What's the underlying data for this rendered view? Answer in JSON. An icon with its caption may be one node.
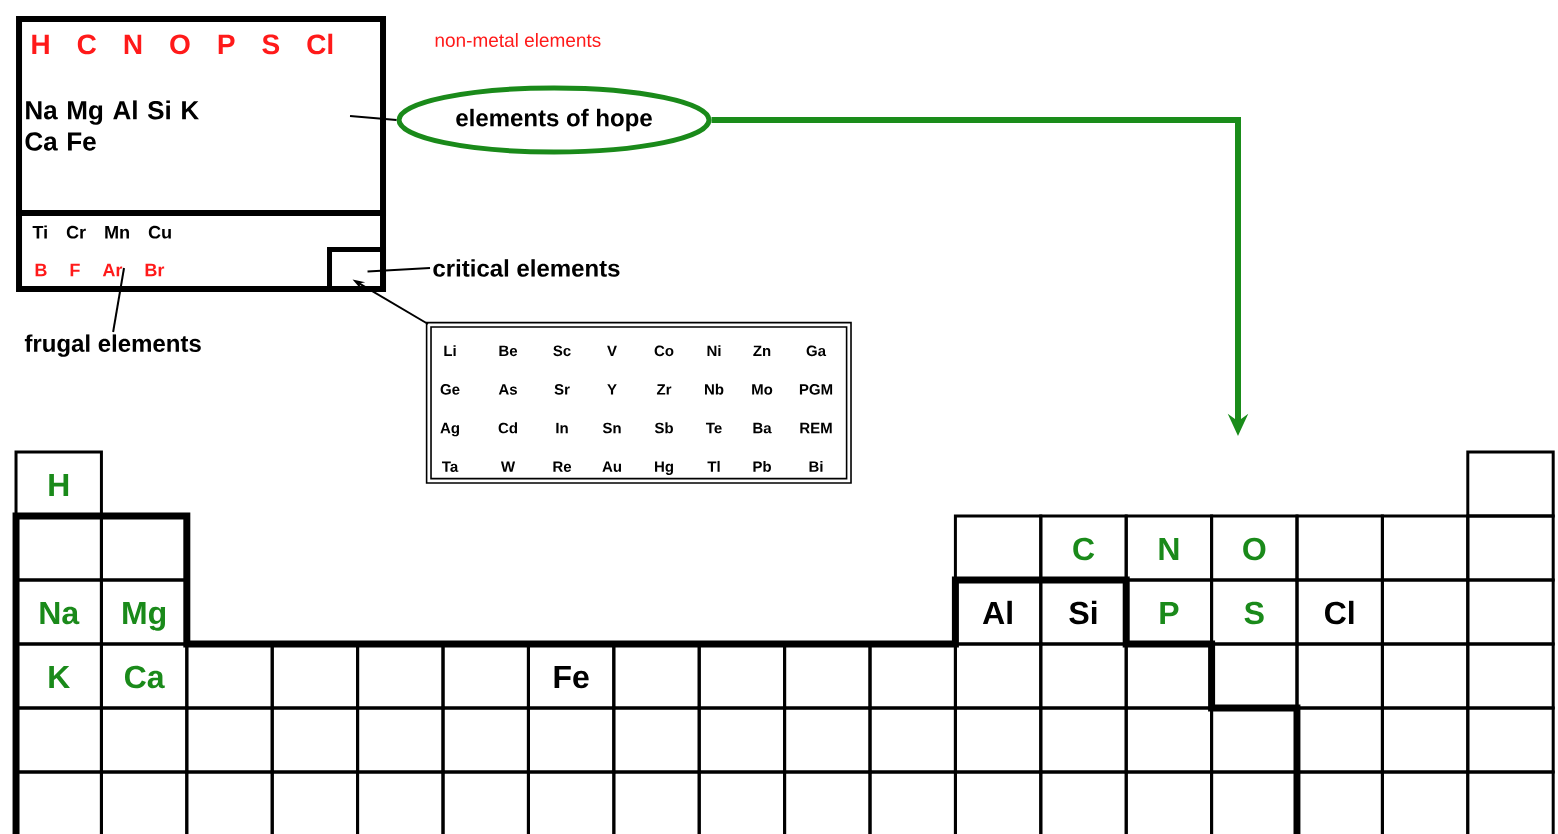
{
  "diagram": {
    "nodes": [
      {
        "text": [
          "H C N O P S Cl",
          "Na Mg Al Si K Ca Fe"
        ]
      },
      {
        "text": [
          "Ti Cr Mn Cu",
          "B F Ar Br"
        ]
      },
      {
        "text": [],
        "shape": "box",
        "in": 1
      },
      {
        "text": [
          "elements of hope"
        ]
      },
      {
        "text": [
          "critical elements"
        ]
      },
      {
        "text": [
          "frugal elements"
        ]
      },
      {
        "text": [
          "Li",
          "Be",
          "Sc",
          "V",
          "Co",
          "Ni",
          "Zn",
          "Ga",
          "Ge",
          "As",
          "Sr",
          "Y",
          "Zr",
          "Nb",
          "Mo",
          "PGM",
          "Ag",
          "Cd",
          "In",
          "Sn",
          "Sb",
          "Te",
          "Ba",
          "REM",
          "Ta",
          "W",
          "Re",
          "Au",
          "Hg",
          "Tl",
          "Pb",
          "Bi"
        ]
      },
      {
        "text": [],
        "shape": "box"
      }
    ],
    "edges": [
      {
        "from": 3,
        "to": 0,
        "arrow": "none"
      },
      {
        "from": 3,
        "to": 7,
        "arrow": "to",
        "style": "thick",
        "color": "#1a8c1a"
      },
      {
        "from": 4,
        "to": 2,
        "arrow": "none"
      },
      {
        "from": 5,
        "to": 1,
        "arrow": "none"
      },
      {
        "from": 6,
        "to": 2,
        "arrow": "to"
      }
    ],
    "labels": [
      "non-metal elements",
      "H",
      "C",
      "N",
      "O",
      "Na",
      "Mg",
      "Al",
      "Si",
      "P",
      "S",
      "Cl",
      "K",
      "Ca",
      "Fe"
    ]
  }
}
